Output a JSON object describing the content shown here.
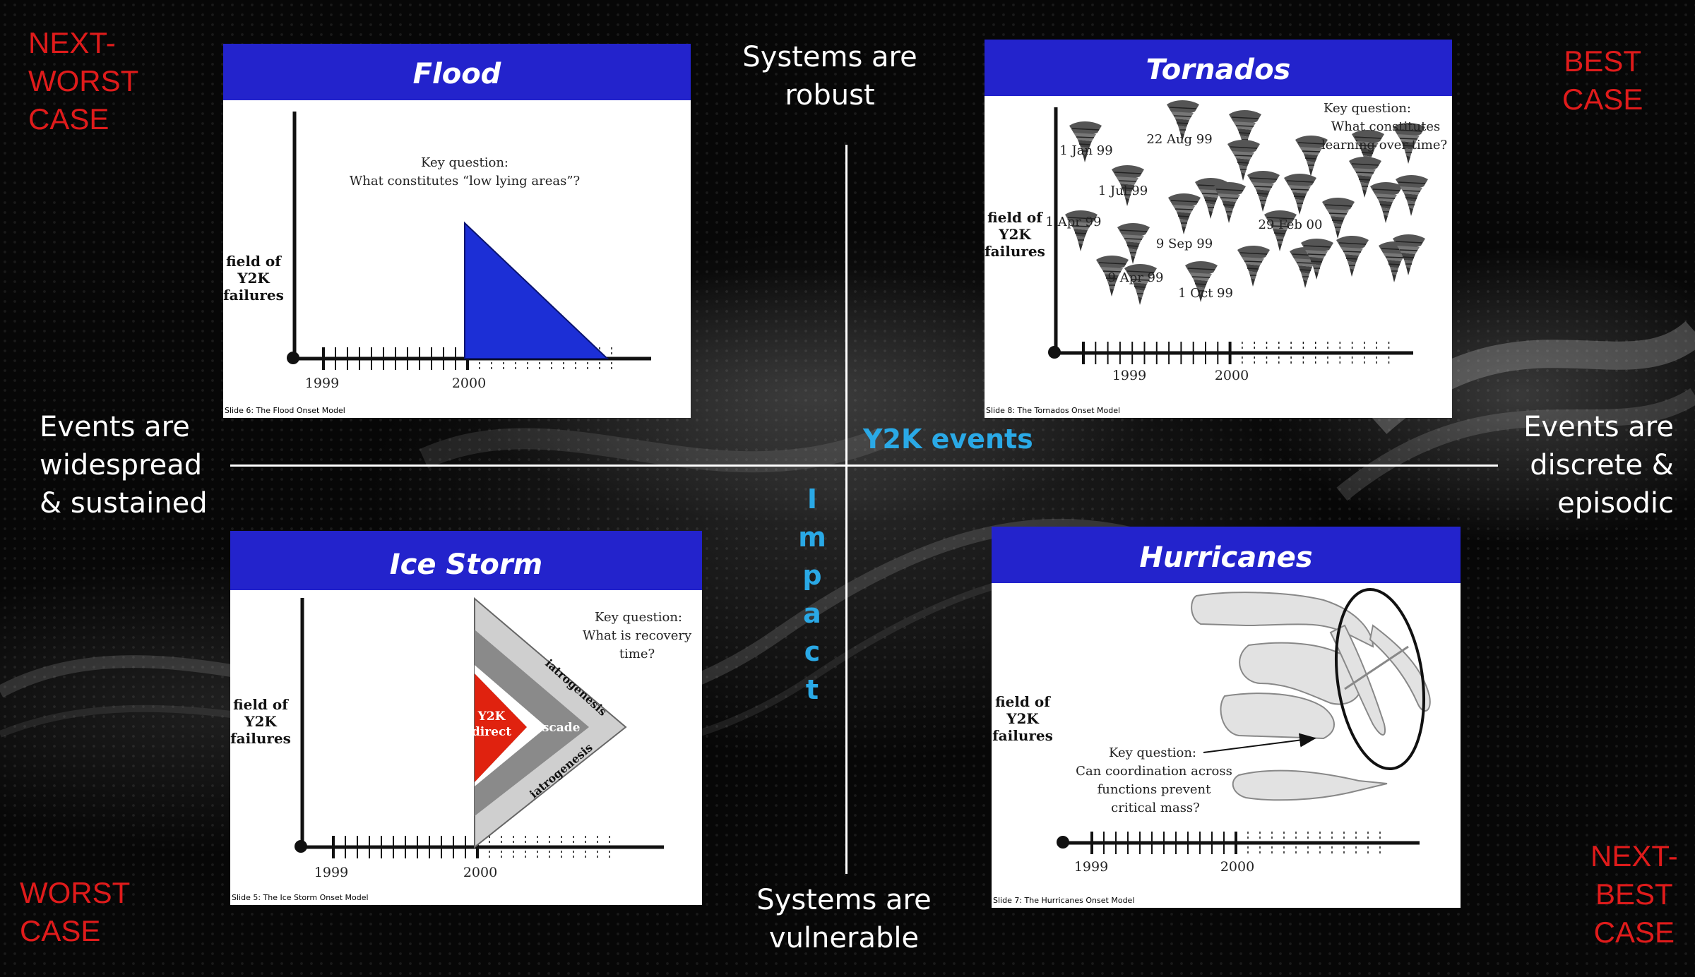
{
  "corners": {
    "top_left": "NEXT-\nWORST\nCASE",
    "top_right": "BEST\nCASE",
    "bottom_left": "WORST\nCASE",
    "bottom_right": "NEXT-\nBEST\nCASE"
  },
  "edges": {
    "top": "Systems are\nrobust",
    "bottom": "Systems are\nvulnerable",
    "left": "Events are\nwidespread\n& sustained",
    "right": "Events are\ndiscrete &\nepisodic"
  },
  "axes": {
    "horizontal": "Y2K events",
    "vertical": "I\nm\np\na\nc\nt"
  },
  "colors": {
    "corner_red": "#e01b1b",
    "axis_blue": "#2aa9e6",
    "panel_header_blue": "#2323cc",
    "flood_fill": "#1c2fd6",
    "ice_red": "#e0220f"
  },
  "panels": {
    "flood": {
      "title": "Flood",
      "y_label": "field of\nY2K\nfailures",
      "key_question_1": "Key question:",
      "key_question_2": "What constitutes “low lying areas”?",
      "x_tick_1999": "1999",
      "x_tick_2000": "2000",
      "caption": "Slide 6: The Flood Onset Model"
    },
    "tornados": {
      "title": "Tornados",
      "y_label": "field of\nY2K\nfailures",
      "key_question_1": "Key question:",
      "key_question_2": "What constitutes",
      "key_question_3": "learning over time?",
      "dates": [
        "1 Jan 99",
        "22 Aug 99",
        "1 Jul 99",
        "1 Apr 99",
        "9 Sep 99",
        "29 Feb 00",
        "9 Apr 99",
        "1 Oct 99"
      ],
      "x_tick_1999": "1999",
      "x_tick_2000": "2000",
      "caption": "Slide 8: The Tornados Onset Model",
      "icon": "tornado-icon"
    },
    "ice_storm": {
      "title": "Ice Storm",
      "y_label": "field of\nY2K\nfailures",
      "key_question_1": "Key question:",
      "key_question_2": "What is recovery",
      "key_question_3": "time?",
      "layer_direct_1": "Y2K",
      "layer_direct_2": "direct",
      "layer_cascade": "cascade",
      "layer_iatrogenesis": "iatrogenesis",
      "x_tick_1999": "1999",
      "x_tick_2000": "2000",
      "caption": "Slide 5: The Ice Storm Onset Model"
    },
    "hurricanes": {
      "title": "Hurricanes",
      "y_label": "field of\nY2K\nfailures",
      "key_question_1": "Key question:",
      "key_question_2": "Can coordination across",
      "key_question_3": "functions prevent",
      "key_question_4": "critical mass?",
      "x_tick_1999": "1999",
      "x_tick_2000": "2000",
      "caption": "Slide 7: The Hurricanes Onset Model"
    }
  }
}
